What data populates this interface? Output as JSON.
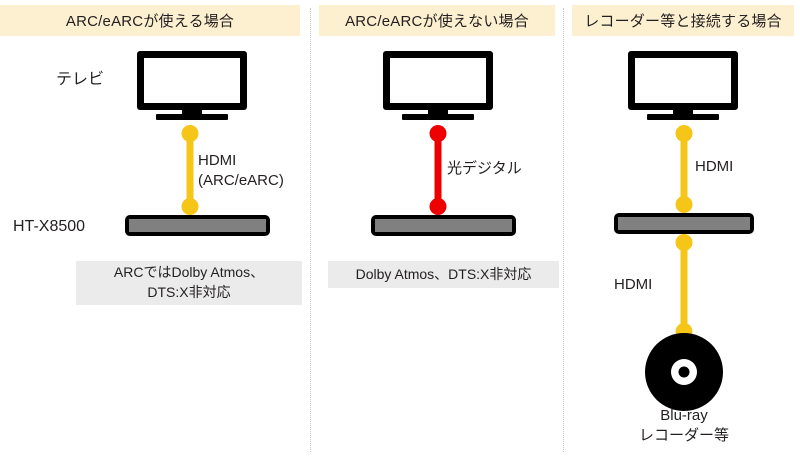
{
  "diagram": {
    "columns": [
      {
        "header": "ARC/eARCが使える場合",
        "tv_label": "テレビ",
        "cable_label": "HDMI\n(ARC/eARC)",
        "soundbar_label": "HT-X8500",
        "note": "ARCではDolby Atmos、\nDTS:X非対応",
        "cable_color": "#f5c518"
      },
      {
        "header": "ARC/eARCが使えない場合",
        "cable_label": "光デジタル",
        "note": "Dolby Atmos、DTS:X非対応",
        "cable_color": "#ee0000"
      },
      {
        "header": "レコーダー等と接続する場合",
        "cable_label_top": "HDMI",
        "cable_label_bottom": "HDMI",
        "source_label": "Blu-ray\nレコーダー等",
        "cable_color": "#f5c518"
      }
    ]
  },
  "colors": {
    "banner_bg": "#fcf0d0",
    "note_bg": "#ebebeb",
    "hdmi": "#f5c518",
    "optical": "#ee0000",
    "device_body": "#000000",
    "device_face": "#808080",
    "text": "#231f20",
    "divider": "#c9c9c9"
  }
}
